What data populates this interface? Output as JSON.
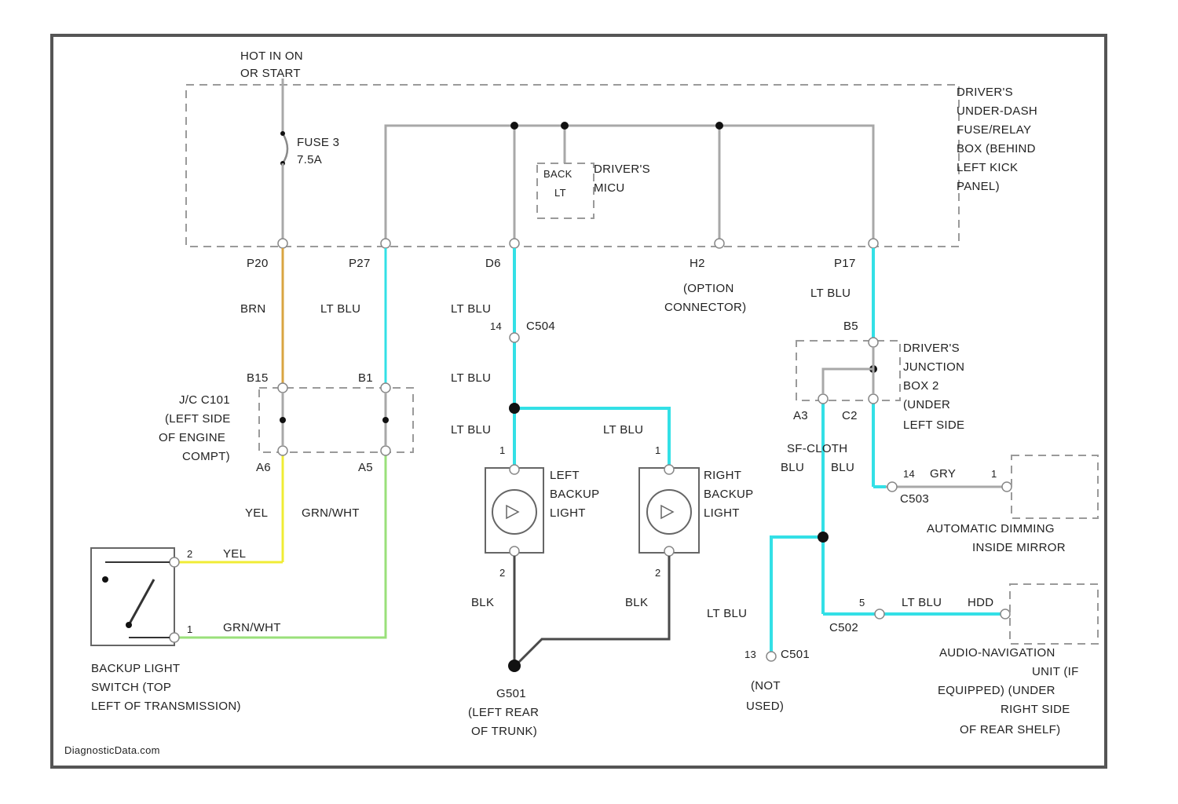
{
  "colors": {
    "ltblu": "#33e0e6",
    "brn": "#d9a441",
    "yel": "#f0ec35",
    "grnwht": "#9ae07a",
    "gray": "#a8a8a8",
    "blk": "#4a4a4a"
  },
  "power": {
    "hot_line1": "HOT IN ON",
    "hot_line2": "OR START",
    "fuse_line1": "FUSE 3",
    "fuse_line2": "7.5A"
  },
  "fuse_box": {
    "line1": "DRIVER'S",
    "line2": "UNDER-DASH",
    "line3": "FUSE/RELAY",
    "line4": "BOX (BEHIND",
    "line5": "LEFT KICK",
    "line6": "PANEL)"
  },
  "backup_relay": {
    "box_line1": "BACK",
    "box_line2": "LT",
    "label_line1": "DRIVER'S",
    "label_line2": "MICU"
  },
  "pins": {
    "p20": "P20",
    "p27": "P27",
    "d6": "D6",
    "h2": "H2",
    "p17": "P17",
    "b15": "B15",
    "b1": "B1",
    "a6": "A6",
    "a5": "A5",
    "b5": "B5",
    "a3": "A3",
    "c2": "C2",
    "p2": "2",
    "p1": "1",
    "bl1": "1",
    "bl2": "2",
    "br1": "1",
    "br2": "2",
    "c14": "14",
    "c1": "1",
    "c13": "13",
    "c5": "5"
  },
  "wires": {
    "brn": "BRN",
    "ltblu_p27": "LT BLU",
    "ltblu_d6": "LT BLU",
    "ltblu_c504": "LT BLU",
    "ltblu_node": "LT BLU",
    "ltblu_right": "LT BLU",
    "ltblu_p17": "LT BLU",
    "yel": "YEL",
    "grnwht": "GRN/WHT",
    "yel_switch": "YEL",
    "grnwht_switch": "GRN/WHT",
    "blk_left": "BLK",
    "blk_right": "BLK",
    "blu1": "BLU",
    "blu2": "BLU",
    "gry": "GRY",
    "ltblu_bottom": "LT BLU",
    "ltblu_nav": "LT BLU",
    "ltblu_notused": "LT BLU"
  },
  "option_connector": {
    "line1": "(OPTION",
    "line2": "CONNECTOR)"
  },
  "connectors": {
    "c504": "C504",
    "c101_line1": "J/C C101",
    "c101_line2": "(LEFT SIDE",
    "c101_line3": "OF ENGINE",
    "c101_line4": "COMPT)",
    "sp_line1": "SF-CLOTH",
    "c501": "C501",
    "c502": "C502",
    "c503": "C503",
    "hdd": "HDD"
  },
  "junction_box": {
    "line1": "DRIVER'S",
    "line2": "JUNCTION",
    "line3": "BOX 2",
    "line4": "(UNDER",
    "line5": "LEFT SIDE"
  },
  "lights": {
    "left_line1": "LEFT",
    "left_line2": "BACKUP",
    "left_line3": "LIGHT",
    "right_line1": "RIGHT",
    "right_line2": "BACKUP",
    "right_line3": "LIGHT"
  },
  "switch": {
    "line1": "BACKUP LIGHT",
    "line2": "SWITCH (TOP",
    "line3": "LEFT OF TRANSMISSION)"
  },
  "ground": {
    "line1": "G501",
    "line2": "(LEFT REAR",
    "line3": "OF TRUNK)"
  },
  "not_used": {
    "line1": "(NOT",
    "line2": "USED)"
  },
  "mirror": {
    "line1": "AUTOMATIC DIMMING",
    "line2": "INSIDE MIRROR"
  },
  "nav": {
    "line1": "AUDIO-NAVIGATION",
    "line2": "UNIT (IF",
    "line3": "EQUIPPED) (UNDER",
    "line4": "RIGHT SIDE",
    "line5": "OF REAR SHELF)"
  },
  "watermark": "DiagnosticData.com"
}
